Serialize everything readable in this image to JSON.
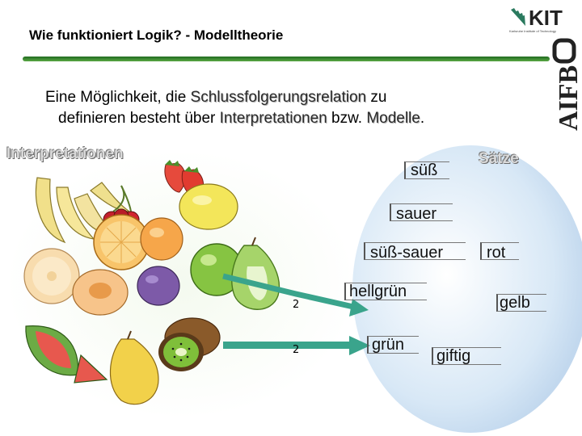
{
  "slide": {
    "title": "Wie funktioniert Logik? - Modelltheorie",
    "intro_1a": "Eine Möglichkeit, die ",
    "intro_1b": "Schlussfolgerungsrelation",
    "intro_1c": " zu",
    "intro_2a": "definieren besteht über ",
    "intro_2b": "Interpretationen",
    "intro_2c": " bzw. ",
    "intro_2d": "Modelle",
    "intro_2e": "."
  },
  "logos": {
    "kit": "KIT",
    "kit_small": "Karlsruhe Institute of Technology",
    "aifb": "AIFB"
  },
  "labels": {
    "interpretationen": "Interpretationen",
    "saetze": "Sätze"
  },
  "sentences": [
    "süß",
    "sauer",
    "süß-sauer",
    "rot",
    "hellgrün",
    "gelb",
    "grün",
    "giftig"
  ],
  "arrows": [
    {
      "label": "2",
      "target": "hellgrün"
    },
    {
      "label": "2",
      "target": "grün"
    }
  ],
  "colors": {
    "title_rule": "#2f7d2a",
    "sentence_oval": "#c9dff2",
    "fruit_oval": "#e8f4e0",
    "arrow": "#3aa48c"
  },
  "fruits": [
    "banana",
    "strawberry",
    "cherry",
    "lemon",
    "orange",
    "peach",
    "grapefruit",
    "plum",
    "pear",
    "melon",
    "kiwi",
    "watermelon"
  ]
}
